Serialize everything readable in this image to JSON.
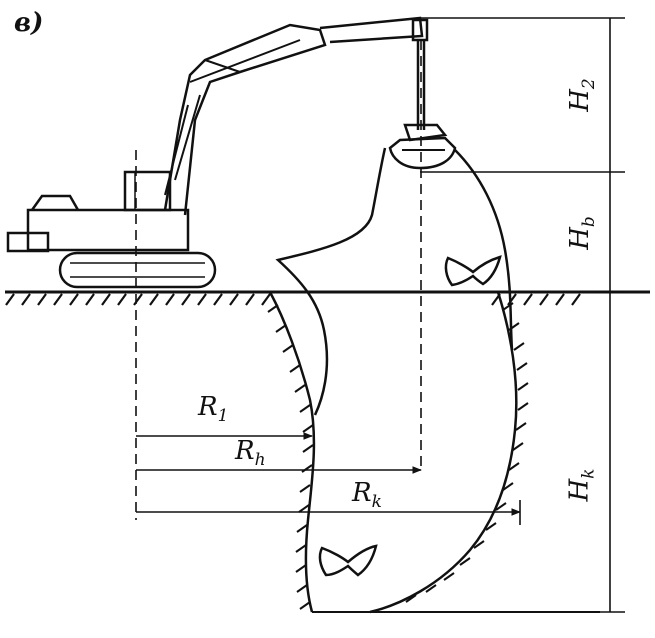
{
  "figure": {
    "panel_label": "в)"
  },
  "labels": {
    "h2": {
      "main": "H",
      "sub": "2"
    },
    "hb": {
      "main": "H",
      "sub": "b"
    },
    "hk": {
      "main": "H",
      "sub": "k"
    },
    "r1": {
      "main": "R",
      "sub": "1"
    },
    "rh": {
      "main": "R",
      "sub": "h"
    },
    "rk": {
      "main": "R",
      "sub": "k"
    }
  }
}
